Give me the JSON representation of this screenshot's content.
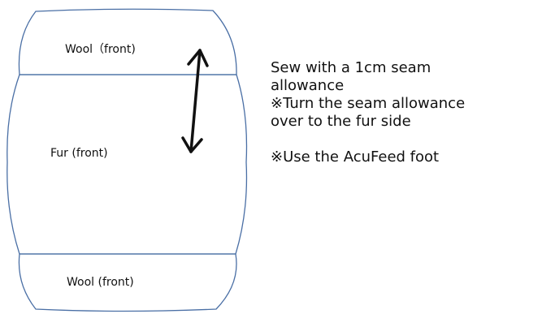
{
  "pieces": {
    "top_label": "Wool（front)",
    "middle_label": "Fur (front)",
    "bottom_label": "Wool (front)"
  },
  "instructions": {
    "line1": "Sew with a 1cm seam",
    "line2": "allowance",
    "line3": "※Turn the seam allowance",
    "line4": "over to the fur side",
    "line5": "※Use the AcuFeed foot"
  },
  "colors": {
    "outline": "#4a6fa5",
    "arrow": "#111111",
    "text": "#111111"
  }
}
